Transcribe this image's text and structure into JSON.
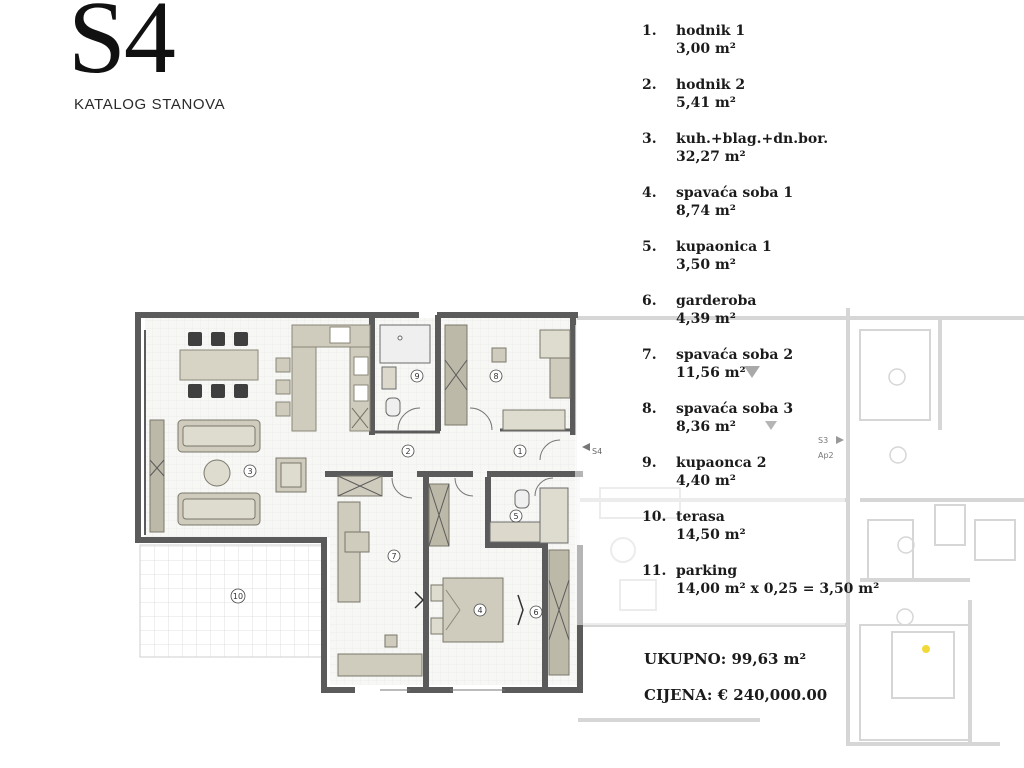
{
  "header": {
    "title": "S4",
    "subtitle": "KATALOG STANOVA"
  },
  "legend": [
    {
      "num": "1.",
      "name": "hodnik 1",
      "area": "3,00 m²"
    },
    {
      "num": "2.",
      "name": "hodnik 2",
      "area": "5,41 m²"
    },
    {
      "num": "3.",
      "name": "kuh.+blag.+dn.bor.",
      "area": "32,27 m²"
    },
    {
      "num": "4.",
      "name": "spavaća soba 1",
      "area": "8,74 m²"
    },
    {
      "num": "5.",
      "name": "kupaonica 1",
      "area": "3,50 m²"
    },
    {
      "num": "6.",
      "name": "garderoba",
      "area": "4,39 m²"
    },
    {
      "num": "7.",
      "name": "spavaća soba 2",
      "area": "11,56 m²"
    },
    {
      "num": "8.",
      "name": "spavaća soba 3",
      "area": "8,36 m²"
    },
    {
      "num": "9.",
      "name": "kupaonca 2",
      "area": "4,40 m²"
    },
    {
      "num": "10.",
      "name": "terasa",
      "area": "14,50 m²"
    },
    {
      "num": "11.",
      "name": "parking",
      "area": "14,00 m² x 0,25 = 3,50 m²"
    }
  ],
  "summary": {
    "total": "UKUPNO: 99,63 m²",
    "price": "CIJENA:  € 240,000.00"
  },
  "plan": {
    "room_numbers": [
      "1",
      "2",
      "3",
      "4",
      "5",
      "6",
      "7",
      "8",
      "9",
      "10"
    ],
    "labels": {
      "s4": "S4",
      "s3": "S3",
      "ap2": "Ap2"
    },
    "colors": {
      "wall": "#5a5a5a",
      "floor": "#f4f4f2",
      "furniture": "#c9c5b6",
      "ghost": "#d9d9d9"
    }
  }
}
